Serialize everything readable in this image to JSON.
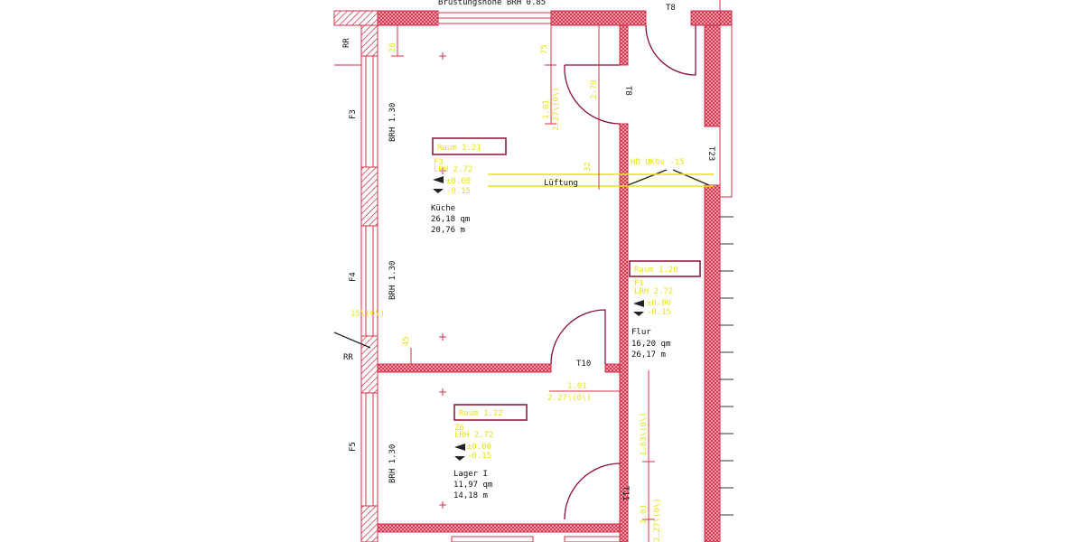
{
  "colors": {
    "wall": "#d4304a",
    "annotation": "#e8e21a",
    "text": "#111111"
  },
  "top_label": "Brüstungshöhe BRH 0.85",
  "rooms": [
    {
      "id": "Raum 1.21",
      "name": "Küche",
      "area": "26,18 qm",
      "perimeter": "20,76 m",
      "floor": "F3",
      "height": "LRH 2.72",
      "level1": "±0.00",
      "level2": "-0.15"
    },
    {
      "id": "Raum 1.20",
      "name": "Flur",
      "area": "16,20 qm",
      "perimeter": "26,17 m",
      "floor": "F1",
      "height": "LRH 2.72",
      "level1": "±0.00",
      "level2": "-0.15"
    },
    {
      "id": "Raum 1.22",
      "name": "Lager I",
      "area": "11,97 qm",
      "perimeter": "14,18 m",
      "floor": "Z6",
      "height": "LRH 2.72",
      "level1": "±0.00",
      "level2": "-0.15"
    }
  ],
  "doors": [
    "T8",
    "T8",
    "T10",
    "T11",
    "T23"
  ],
  "windows": [
    "F3",
    "F4",
    "F5"
  ],
  "parapet": [
    "BRH 1.30",
    "BRH 1.30",
    "BRH 1.30"
  ],
  "misc": {
    "rr1": "RR",
    "rr2": "RR",
    "vent": "Lüftung",
    "vent_note": "HD UK6v -15"
  },
  "dims": {
    "d75": "75",
    "d101a": "1.01",
    "d227a": "2.27\\(0\\)",
    "d270": "2.70",
    "d101b": "1.01",
    "d227b": "2.27\\(0\\)",
    "d26": "26",
    "d32": "32",
    "d45": "45",
    "d163": "1.63\\(0\\)",
    "d101c": "1.01",
    "d227c": "2.27\\(0\\)",
    "d15": "15\\(0\\)"
  }
}
